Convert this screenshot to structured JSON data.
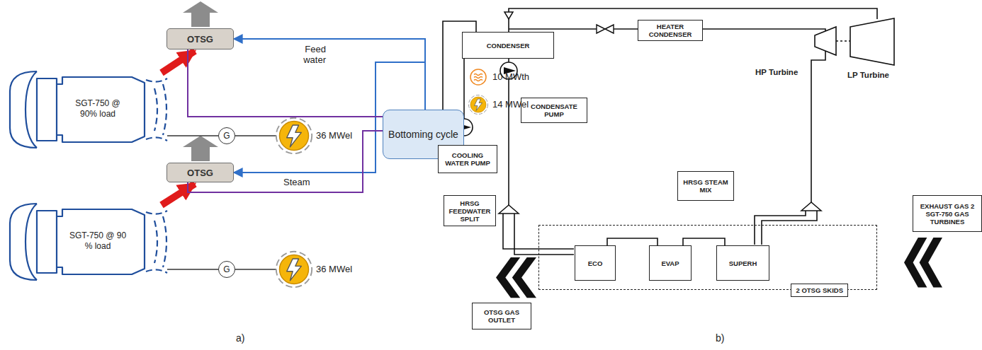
{
  "diagram": {
    "nodes": [
      {
        "text": [
          "OTSG"
        ]
      },
      {
        "text": [
          "SGT-750 @ 90% load"
        ]
      },
      {
        "text": [
          "G"
        ]
      },
      {
        "text": [
          "Bottoming cycle"
        ]
      },
      {
        "text": [
          "OTSG"
        ]
      },
      {
        "text": [
          "SGT-750 @ 90 % load"
        ]
      },
      {
        "text": [
          "G"
        ]
      },
      {
        "text": [
          "CONDENSER"
        ]
      },
      {
        "text": [
          "HEATER CONDENSER"
        ]
      },
      {
        "text": [
          "CONDENSATE PUMP"
        ]
      },
      {
        "text": [
          "COOLING WATER PUMP"
        ]
      },
      {
        "text": [
          "HRSG FEEDWATER SPLIT"
        ]
      },
      {
        "text": [
          "HRSG STEAM MIX"
        ]
      },
      {
        "text": [
          "EXHAUST GAS 2 SGT-750 GAS TURBINES"
        ]
      },
      {
        "text": [
          "OTSG GAS OUTLET"
        ]
      },
      {
        "text": [
          "2 OTSG SKIDS"
        ]
      },
      {
        "text": [
          "ECO"
        ],
        "in": 15
      },
      {
        "text": [
          "EVAP"
        ],
        "in": 15
      },
      {
        "text": [
          "SUPERH"
        ],
        "in": 15
      }
    ],
    "edges": [
      {
        "from": 1,
        "to": 0,
        "arrow": "to"
      },
      {
        "from": 5,
        "to": 4,
        "arrow": "to"
      },
      {
        "from": 1,
        "to": 2,
        "arrow": "none"
      },
      {
        "from": 5,
        "to": 6,
        "arrow": "none"
      },
      {
        "from": 3,
        "to": 0,
        "arrow": "to"
      },
      {
        "from": 3,
        "to": 4,
        "arrow": "to"
      },
      {
        "from": 0,
        "to": 3,
        "arrow": "none"
      },
      {
        "from": 4,
        "to": 3,
        "arrow": "none"
      },
      {
        "from": 16,
        "to": 17,
        "arrow": "none"
      },
      {
        "from": 17,
        "to": 18,
        "arrow": "none"
      }
    ],
    "labels": [
      "Feed water",
      "36 MWel",
      "10 MWth",
      "14 MWel",
      "Steam",
      "36 MWel",
      "a)",
      "HP Turbine",
      "LP Turbine",
      "b)"
    ]
  }
}
